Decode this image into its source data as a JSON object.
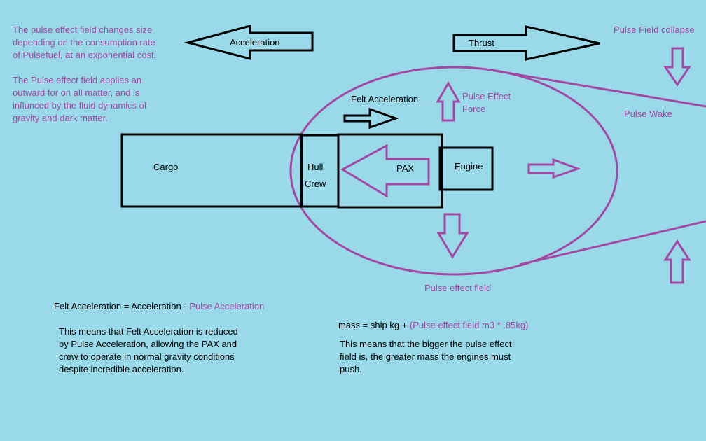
{
  "colors": {
    "background": "#99d9ea",
    "black": "#000000",
    "purple": "#a349a4"
  },
  "notes": {
    "field_size": [
      "The pulse effect field changes size",
      "depending on the consumption rate",
      "of Pulsefuel, at an exponential cost."
    ],
    "field_force": [
      "The Pulse effect field applies an",
      "outward for on all matter, and is",
      "influnced by the fluid dynamics of",
      "gravity and dark matter."
    ]
  },
  "arrows": {
    "acceleration": "Acceleration",
    "thrust": "Thrust",
    "felt_acceleration": "Felt Acceleration"
  },
  "ship": {
    "cargo": "Cargo",
    "hull": "Hull",
    "crew": "Crew",
    "pax": "PAX",
    "engine": "Engine"
  },
  "field_labels": {
    "pulse_effect_force": [
      "Pulse Effect",
      "Force"
    ],
    "pulse_field_collapse": "Pulse Field collapse",
    "pulse_wake": "Pulse Wake",
    "pulse_effect_field": "Pulse effect field"
  },
  "equations": {
    "felt_black": "Felt Acceleration = Acceleration - ",
    "felt_purple": "Pulse Acceleration",
    "felt_explanation": [
      "This means that Felt Acceleration is reduced",
      "by Pulse Acceleration, allowing the PAX and",
      "crew to operate in normal gravity conditions",
      "despite incredible acceleration."
    ],
    "mass_black": "mass = ship kg + ",
    "mass_purple": "(Pulse effect field m3 * .85kg)",
    "mass_explanation": [
      "This means that the bigger the pulse effect",
      "field is, the greater mass the engines must",
      "push."
    ]
  }
}
